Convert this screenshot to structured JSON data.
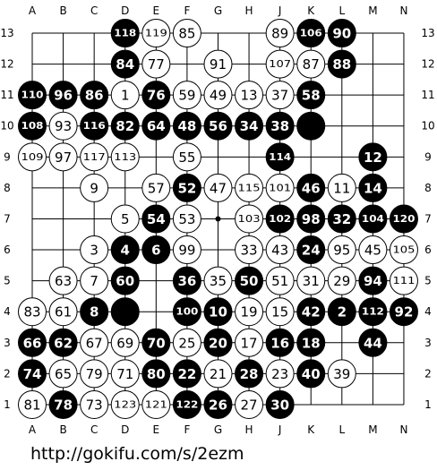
{
  "board": {
    "size": 13,
    "col_labels": [
      "A",
      "B",
      "C",
      "D",
      "E",
      "F",
      "G",
      "H",
      "J",
      "K",
      "L",
      "M",
      "N"
    ],
    "row_labels": [
      "13",
      "12",
      "11",
      "10",
      "9",
      "8",
      "7",
      "6",
      "5",
      "4",
      "3",
      "2",
      "1"
    ],
    "star_points": [
      [
        6,
        6
      ]
    ],
    "stones": [
      {
        "col": 3,
        "row": 0,
        "color": "black",
        "label": "118"
      },
      {
        "col": 4,
        "row": 0,
        "color": "white",
        "label": "119"
      },
      {
        "col": 5,
        "row": 0,
        "color": "white",
        "label": "85"
      },
      {
        "col": 8,
        "row": 0,
        "color": "white",
        "label": "89"
      },
      {
        "col": 9,
        "row": 0,
        "color": "black",
        "label": "106"
      },
      {
        "col": 10,
        "row": 0,
        "color": "black",
        "label": "90"
      },
      {
        "col": 3,
        "row": 1,
        "color": "black",
        "label": "84"
      },
      {
        "col": 4,
        "row": 1,
        "color": "white",
        "label": "77"
      },
      {
        "col": 6,
        "row": 1,
        "color": "white",
        "label": "91"
      },
      {
        "col": 8,
        "row": 1,
        "color": "white",
        "label": "107"
      },
      {
        "col": 9,
        "row": 1,
        "color": "white",
        "label": "87"
      },
      {
        "col": 10,
        "row": 1,
        "color": "black",
        "label": "88"
      },
      {
        "col": 0,
        "row": 2,
        "color": "black",
        "label": "110"
      },
      {
        "col": 1,
        "row": 2,
        "color": "black",
        "label": "96"
      },
      {
        "col": 2,
        "row": 2,
        "color": "black",
        "label": "86"
      },
      {
        "col": 3,
        "row": 2,
        "color": "white",
        "label": "1"
      },
      {
        "col": 4,
        "row": 2,
        "color": "black",
        "label": "76"
      },
      {
        "col": 5,
        "row": 2,
        "color": "white",
        "label": "59"
      },
      {
        "col": 6,
        "row": 2,
        "color": "white",
        "label": "49"
      },
      {
        "col": 7,
        "row": 2,
        "color": "white",
        "label": "13"
      },
      {
        "col": 8,
        "row": 2,
        "color": "white",
        "label": "37"
      },
      {
        "col": 9,
        "row": 2,
        "color": "black",
        "label": "58"
      },
      {
        "col": 0,
        "row": 3,
        "color": "black",
        "label": "108"
      },
      {
        "col": 1,
        "row": 3,
        "color": "white",
        "label": "93"
      },
      {
        "col": 2,
        "row": 3,
        "color": "black",
        "label": "116"
      },
      {
        "col": 3,
        "row": 3,
        "color": "black",
        "label": "82"
      },
      {
        "col": 4,
        "row": 3,
        "color": "black",
        "label": "64"
      },
      {
        "col": 5,
        "row": 3,
        "color": "black",
        "label": "48"
      },
      {
        "col": 6,
        "row": 3,
        "color": "black",
        "label": "56"
      },
      {
        "col": 7,
        "row": 3,
        "color": "black",
        "label": "34"
      },
      {
        "col": 8,
        "row": 3,
        "color": "black",
        "label": "38"
      },
      {
        "col": 9,
        "row": 3,
        "color": "black",
        "label": ""
      },
      {
        "col": 0,
        "row": 4,
        "color": "white",
        "label": "109"
      },
      {
        "col": 1,
        "row": 4,
        "color": "white",
        "label": "97"
      },
      {
        "col": 2,
        "row": 4,
        "color": "white",
        "label": "117"
      },
      {
        "col": 3,
        "row": 4,
        "color": "white",
        "label": "113"
      },
      {
        "col": 5,
        "row": 4,
        "color": "white",
        "label": "55"
      },
      {
        "col": 8,
        "row": 4,
        "color": "black",
        "label": "114"
      },
      {
        "col": 11,
        "row": 4,
        "color": "black",
        "label": "12"
      },
      {
        "col": 2,
        "row": 5,
        "color": "white",
        "label": "9"
      },
      {
        "col": 4,
        "row": 5,
        "color": "white",
        "label": "57"
      },
      {
        "col": 5,
        "row": 5,
        "color": "black",
        "label": "52"
      },
      {
        "col": 6,
        "row": 5,
        "color": "white",
        "label": "47"
      },
      {
        "col": 7,
        "row": 5,
        "color": "white",
        "label": "115"
      },
      {
        "col": 8,
        "row": 5,
        "color": "white",
        "label": "101"
      },
      {
        "col": 9,
        "row": 5,
        "color": "black",
        "label": "46"
      },
      {
        "col": 10,
        "row": 5,
        "color": "white",
        "label": "11"
      },
      {
        "col": 11,
        "row": 5,
        "color": "black",
        "label": "14"
      },
      {
        "col": 3,
        "row": 6,
        "color": "white",
        "label": "5"
      },
      {
        "col": 4,
        "row": 6,
        "color": "black",
        "label": "54"
      },
      {
        "col": 5,
        "row": 6,
        "color": "white",
        "label": "53"
      },
      {
        "col": 7,
        "row": 6,
        "color": "white",
        "label": "103"
      },
      {
        "col": 8,
        "row": 6,
        "color": "black",
        "label": "102"
      },
      {
        "col": 9,
        "row": 6,
        "color": "black",
        "label": "98"
      },
      {
        "col": 10,
        "row": 6,
        "color": "black",
        "label": "32"
      },
      {
        "col": 11,
        "row": 6,
        "color": "black",
        "label": "104"
      },
      {
        "col": 12,
        "row": 6,
        "color": "black",
        "label": "120"
      },
      {
        "col": 2,
        "row": 7,
        "color": "white",
        "label": "3"
      },
      {
        "col": 3,
        "row": 7,
        "color": "black",
        "label": "4"
      },
      {
        "col": 4,
        "row": 7,
        "color": "black",
        "label": "6"
      },
      {
        "col": 5,
        "row": 7,
        "color": "white",
        "label": "99"
      },
      {
        "col": 7,
        "row": 7,
        "color": "white",
        "label": "33"
      },
      {
        "col": 8,
        "row": 7,
        "color": "white",
        "label": "43"
      },
      {
        "col": 9,
        "row": 7,
        "color": "black",
        "label": "24"
      },
      {
        "col": 10,
        "row": 7,
        "color": "white",
        "label": "95"
      },
      {
        "col": 11,
        "row": 7,
        "color": "white",
        "label": "45"
      },
      {
        "col": 12,
        "row": 7,
        "color": "white",
        "label": "105"
      },
      {
        "col": 1,
        "row": 8,
        "color": "white",
        "label": "63"
      },
      {
        "col": 2,
        "row": 8,
        "color": "white",
        "label": "7"
      },
      {
        "col": 3,
        "row": 8,
        "color": "black",
        "label": "60"
      },
      {
        "col": 5,
        "row": 8,
        "color": "black",
        "label": "36"
      },
      {
        "col": 6,
        "row": 8,
        "color": "white",
        "label": "35"
      },
      {
        "col": 7,
        "row": 8,
        "color": "black",
        "label": "50"
      },
      {
        "col": 8,
        "row": 8,
        "color": "white",
        "label": "51"
      },
      {
        "col": 9,
        "row": 8,
        "color": "white",
        "label": "31"
      },
      {
        "col": 10,
        "row": 8,
        "color": "white",
        "label": "29"
      },
      {
        "col": 11,
        "row": 8,
        "color": "black",
        "label": "94"
      },
      {
        "col": 12,
        "row": 8,
        "color": "white",
        "label": "111"
      },
      {
        "col": 0,
        "row": 9,
        "color": "white",
        "label": "83"
      },
      {
        "col": 1,
        "row": 9,
        "color": "white",
        "label": "61"
      },
      {
        "col": 2,
        "row": 9,
        "color": "black",
        "label": "8"
      },
      {
        "col": 3,
        "row": 9,
        "color": "black",
        "label": ""
      },
      {
        "col": 5,
        "row": 9,
        "color": "black",
        "label": "100"
      },
      {
        "col": 6,
        "row": 9,
        "color": "black",
        "label": "10"
      },
      {
        "col": 7,
        "row": 9,
        "color": "white",
        "label": "19"
      },
      {
        "col": 8,
        "row": 9,
        "color": "white",
        "label": "15"
      },
      {
        "col": 9,
        "row": 9,
        "color": "black",
        "label": "42"
      },
      {
        "col": 10,
        "row": 9,
        "color": "black",
        "label": "2"
      },
      {
        "col": 11,
        "row": 9,
        "color": "black",
        "label": "112"
      },
      {
        "col": 12,
        "row": 9,
        "color": "black",
        "label": "92"
      },
      {
        "col": 0,
        "row": 10,
        "color": "black",
        "label": "66"
      },
      {
        "col": 1,
        "row": 10,
        "color": "black",
        "label": "62"
      },
      {
        "col": 2,
        "row": 10,
        "color": "white",
        "label": "67"
      },
      {
        "col": 3,
        "row": 10,
        "color": "white",
        "label": "69"
      },
      {
        "col": 4,
        "row": 10,
        "color": "black",
        "label": "70"
      },
      {
        "col": 5,
        "row": 10,
        "color": "white",
        "label": "25"
      },
      {
        "col": 6,
        "row": 10,
        "color": "black",
        "label": "20"
      },
      {
        "col": 7,
        "row": 10,
        "color": "white",
        "label": "17"
      },
      {
        "col": 8,
        "row": 10,
        "color": "black",
        "label": "16"
      },
      {
        "col": 9,
        "row": 10,
        "color": "black",
        "label": "18"
      },
      {
        "col": 11,
        "row": 10,
        "color": "black",
        "label": "44"
      },
      {
        "col": 0,
        "row": 11,
        "color": "black",
        "label": "74"
      },
      {
        "col": 1,
        "row": 11,
        "color": "white",
        "label": "65"
      },
      {
        "col": 2,
        "row": 11,
        "color": "white",
        "label": "79"
      },
      {
        "col": 3,
        "row": 11,
        "color": "white",
        "label": "71"
      },
      {
        "col": 4,
        "row": 11,
        "color": "black",
        "label": "80"
      },
      {
        "col": 5,
        "row": 11,
        "color": "black",
        "label": "22"
      },
      {
        "col": 6,
        "row": 11,
        "color": "white",
        "label": "21"
      },
      {
        "col": 7,
        "row": 11,
        "color": "black",
        "label": "28"
      },
      {
        "col": 8,
        "row": 11,
        "color": "white",
        "label": "23"
      },
      {
        "col": 9,
        "row": 11,
        "color": "black",
        "label": "40"
      },
      {
        "col": 10,
        "row": 11,
        "color": "white",
        "label": "39"
      },
      {
        "col": 0,
        "row": 12,
        "color": "white",
        "label": "81"
      },
      {
        "col": 1,
        "row": 12,
        "color": "black",
        "label": "78"
      },
      {
        "col": 2,
        "row": 12,
        "color": "white",
        "label": "73"
      },
      {
        "col": 3,
        "row": 12,
        "color": "white",
        "label": "123"
      },
      {
        "col": 4,
        "row": 12,
        "color": "white",
        "label": "121"
      },
      {
        "col": 5,
        "row": 12,
        "color": "black",
        "label": "122"
      },
      {
        "col": 6,
        "row": 12,
        "color": "black",
        "label": "26"
      },
      {
        "col": 7,
        "row": 12,
        "color": "white",
        "label": "27"
      },
      {
        "col": 8,
        "row": 12,
        "color": "black",
        "label": "30"
      }
    ]
  },
  "footer": {
    "url": "http://gokifu.com/s/2ezm"
  }
}
